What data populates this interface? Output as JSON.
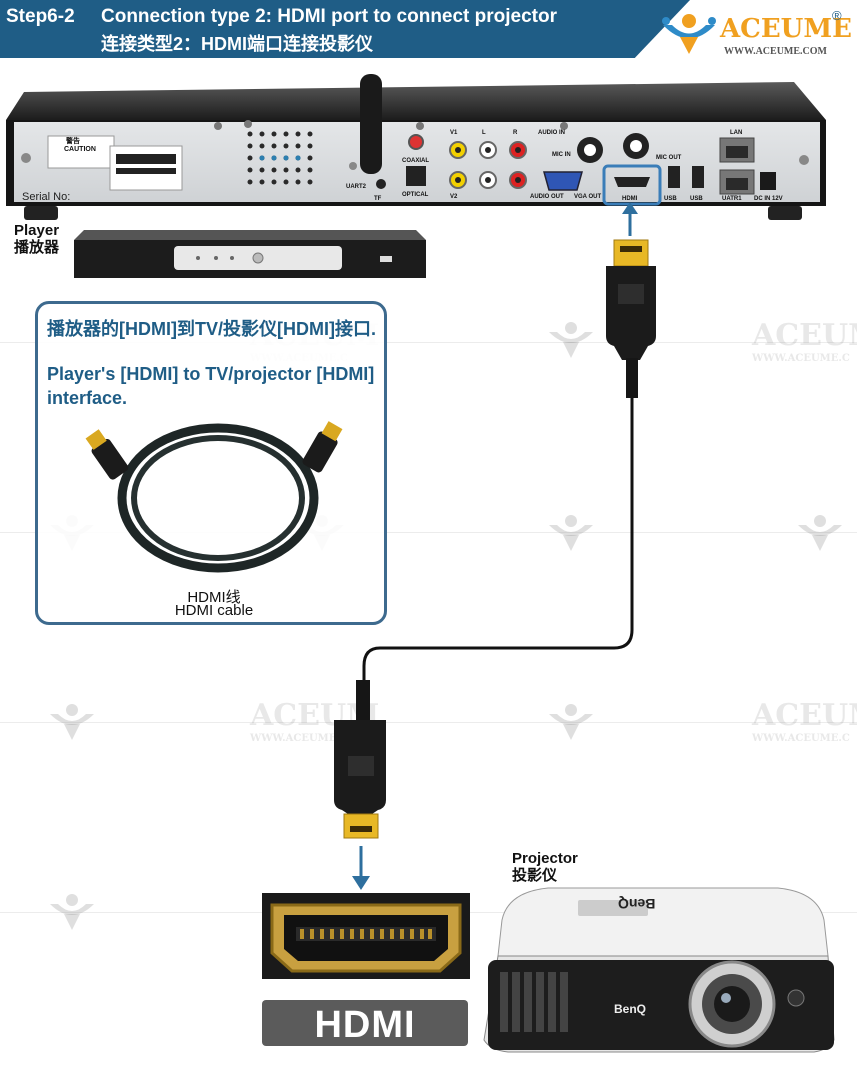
{
  "header": {
    "step": "Step6-2",
    "title_en": "Connection type 2: HDMI port to connect projector",
    "title_zh": "连接类型2：HDMI端口连接投影仪"
  },
  "logo": {
    "name": "ACEUME",
    "registered": "®",
    "url": "WWW.ACEUME.COM"
  },
  "watermark": {
    "text": "ACEUM",
    "url": "WWW.ACEUME.C"
  },
  "device": {
    "serial_label": "Serial No:",
    "warning_label": "警告",
    "caution_label": "CAUTION",
    "ports": {
      "coaxial": "COAXIAL",
      "optical": "OPTICAL",
      "v1": "V1",
      "v2": "V2",
      "l": "L",
      "r": "R",
      "audio_in": "AUDIO IN",
      "mic_in": "MIC IN",
      "mic_out": "MIC OUT",
      "audio_out": "AUDIO OUT",
      "vga_out": "VGA OUT",
      "hdmi": "HDMI",
      "usb1": "USB",
      "usb2": "USB",
      "lan": "LAN",
      "uatr1": "UATR1",
      "uart2": "UART2",
      "tf": "TF",
      "dc": "DC IN 12V"
    }
  },
  "player": {
    "label_en": "Player",
    "label_zh": "播放器"
  },
  "info": {
    "text_zh": "播放器的[HDMI]到TV/投影仪[HDMI]接口.",
    "text_en": "Player's [HDMI] to TV/projector [HDMI] interface.",
    "cable_zh": "HDMI线",
    "cable_en": "HDMI cable"
  },
  "projector": {
    "label_en": "Projector",
    "label_zh": "投影仪",
    "brand": "BenQ"
  },
  "hdmi_badge": "HDMI",
  "colors": {
    "header": "#1f5d86",
    "accent": "#f0a020",
    "arrow": "#2e6f9e"
  }
}
